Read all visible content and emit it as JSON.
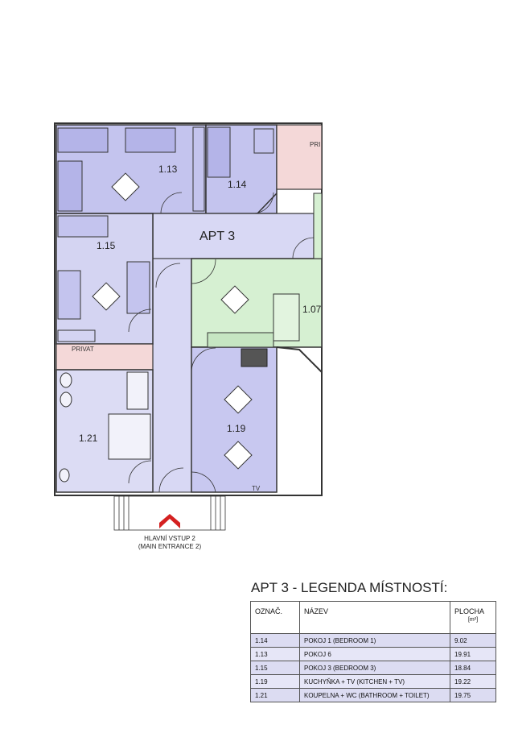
{
  "rooms": {
    "r113": "1.13",
    "r114": "1.14",
    "r115": "1.15",
    "r107": "1.07",
    "r121": "1.21",
    "r119": "1.19"
  },
  "apt_label": "APT 3",
  "labels": {
    "private_top": "PRI",
    "private_left": "PRIVAT",
    "tv": "TV"
  },
  "entrance": {
    "line1": "HLAVNÍ VSTUP 2",
    "line2": "(MAIN ENTRANCE 2)"
  },
  "legend": {
    "title": "APT 3 - LEGENDA MÍSTNOSTÍ:",
    "headers": {
      "code": "OZNAČ.",
      "name": "NÁZEV",
      "area": "PLOCHA",
      "unit": "[m²]"
    },
    "rows": [
      {
        "code": "1.14",
        "name": "POKOJ 1 (BEDROOM 1)",
        "area": "9.02"
      },
      {
        "code": "1.13",
        "name": "POKOJ 6",
        "area": "19.91"
      },
      {
        "code": "1.15",
        "name": "POKOJ 3 (BEDROOM 3)",
        "area": "18.84"
      },
      {
        "code": "1.19",
        "name": "KUCHYŇKA + TV (KITCHEN + TV)",
        "area": "19.22"
      },
      {
        "code": "1.21",
        "name": "KOUPELNA + WC (BATHROOM + TOILET)",
        "area": "19.75"
      }
    ]
  },
  "colors": {
    "bedroom": "#c8c8f0",
    "bedroom_dark": "#b4b4e8",
    "corridor": "#dcdcf4",
    "kitchen": "#d6f0d2",
    "private": "#f4d4d4",
    "wall": "#333333"
  }
}
